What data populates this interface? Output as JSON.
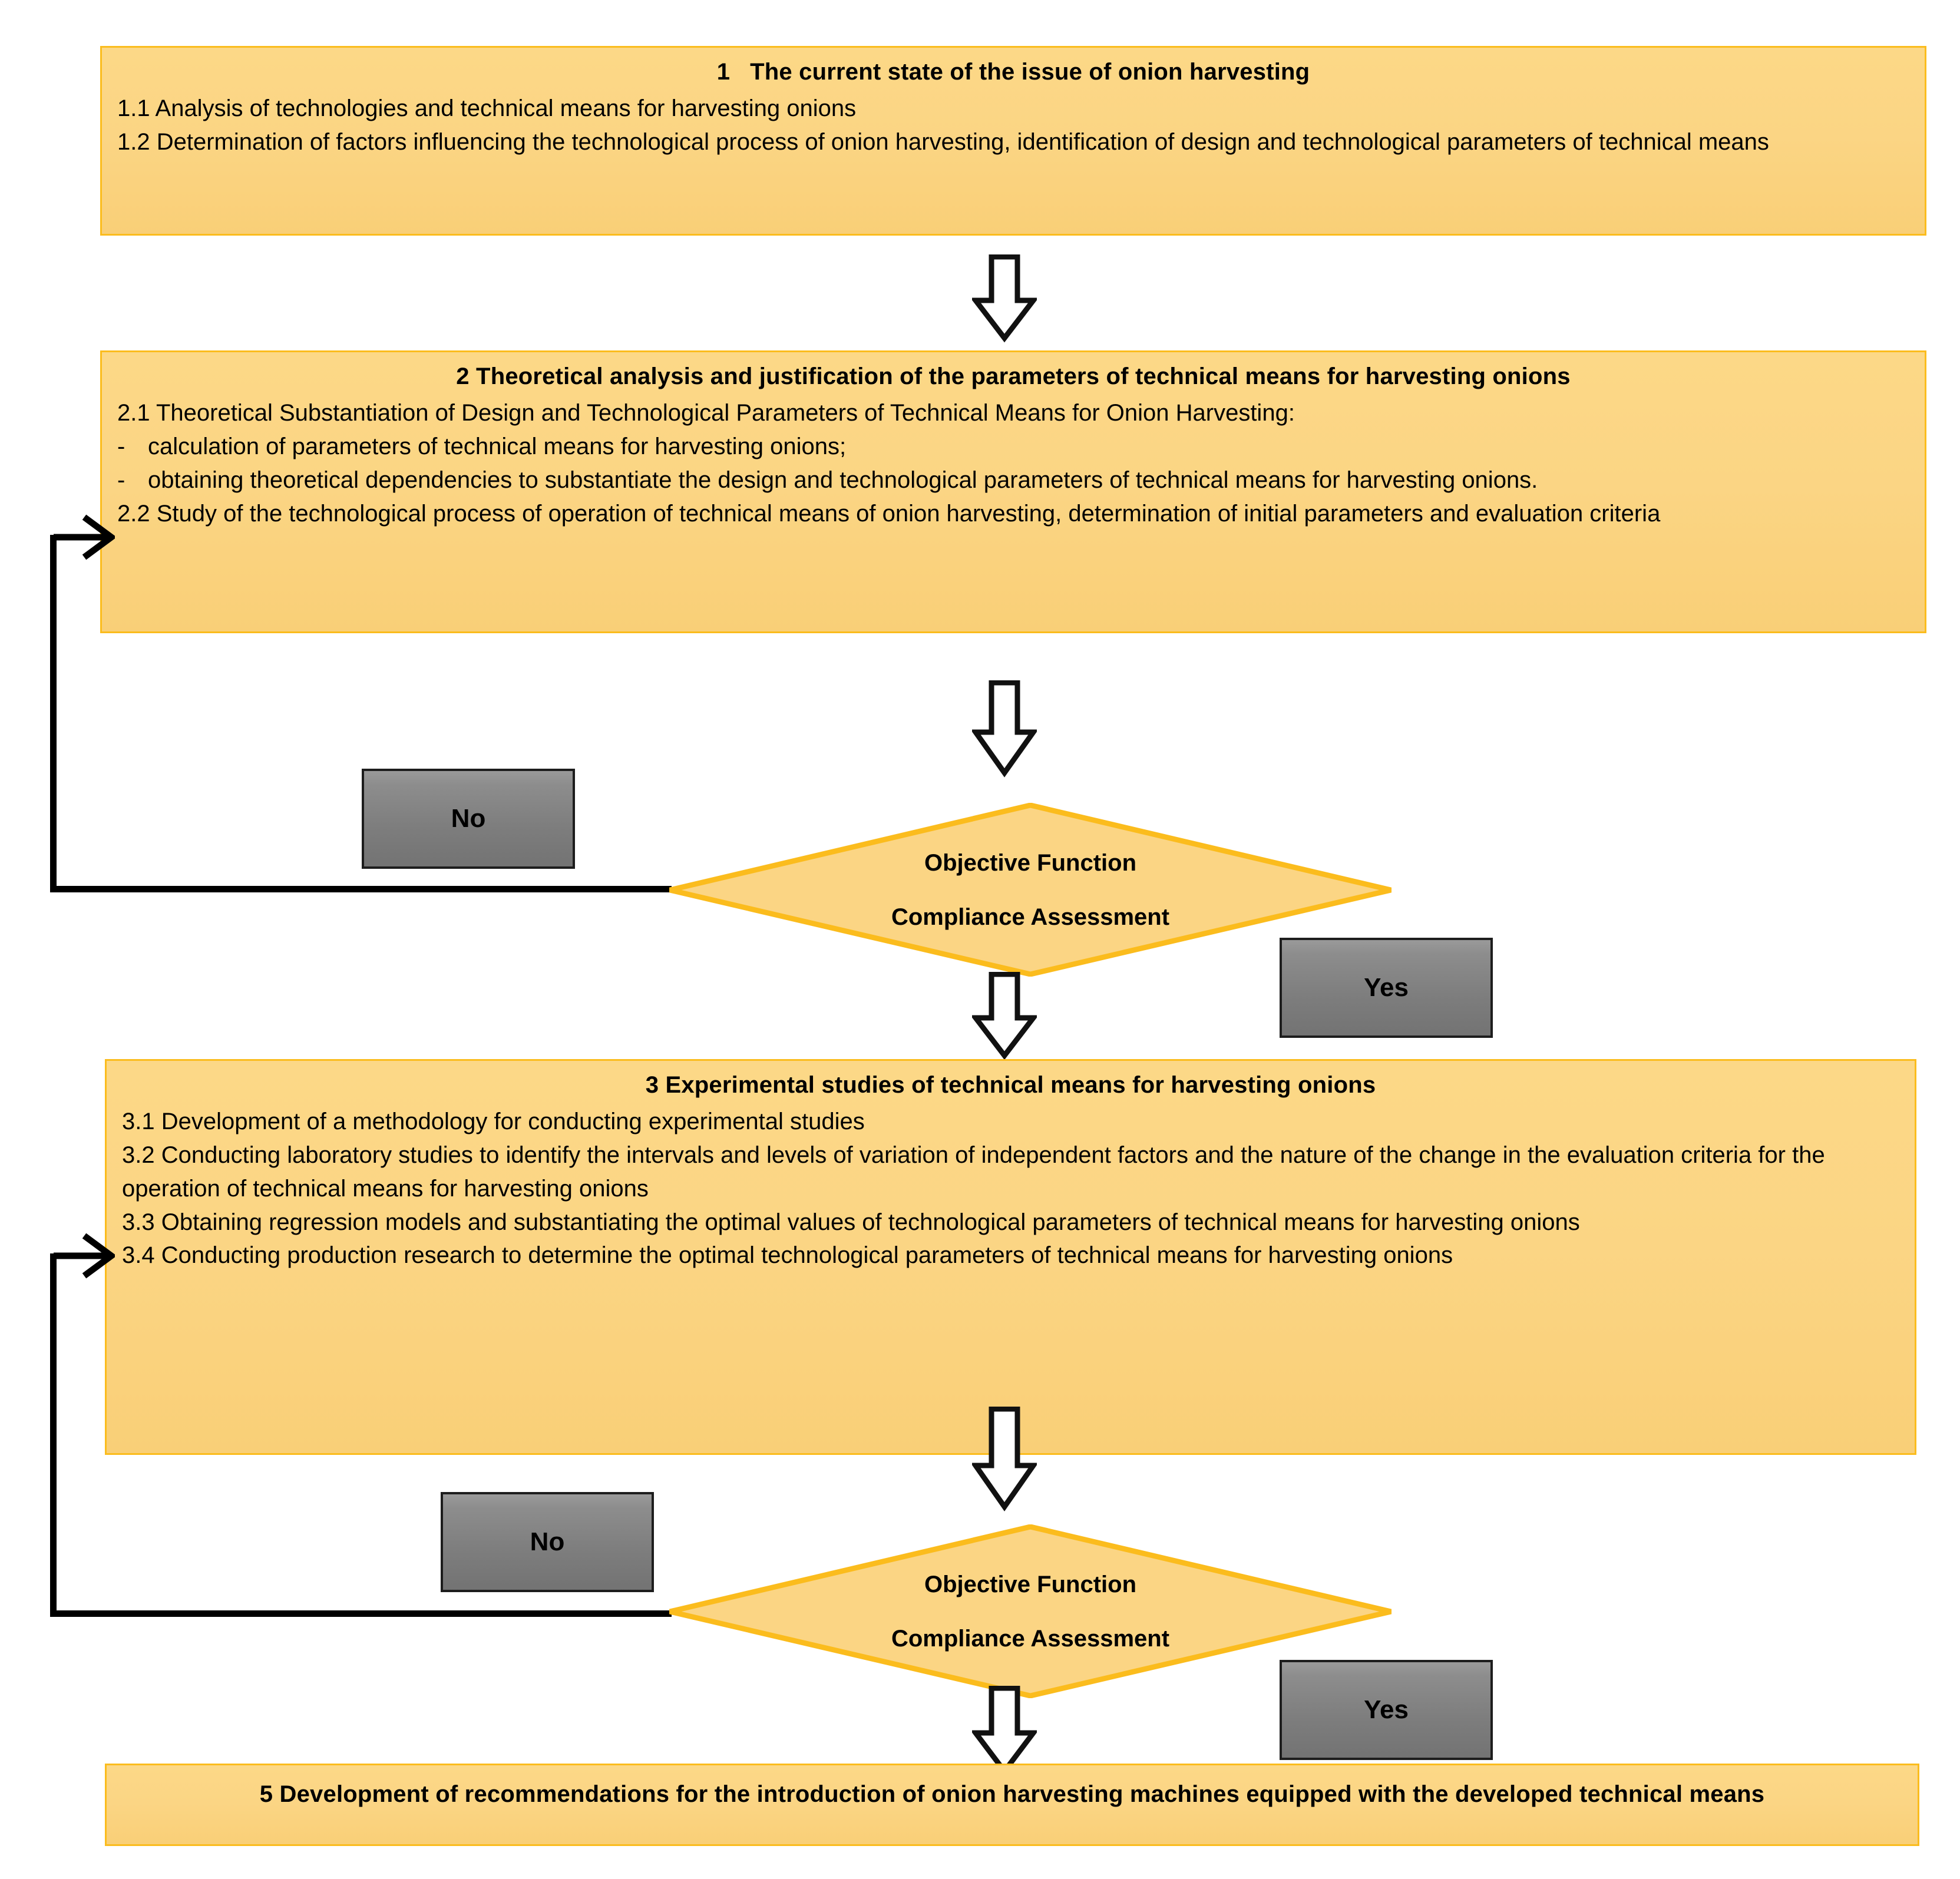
{
  "diagram": {
    "title": "Research flowchart for onion harvesting technical means",
    "accent_box_fill": "#fbd584",
    "accent_box_border": "#fbbc1d",
    "decision_fill": "#fbd584",
    "decision_border": "#fbbc1d",
    "gray_box_fill": "#808080",
    "connector_color": "#000000"
  },
  "stage1": {
    "title_number": "1",
    "title_text": "The current state of the issue of onion harvesting",
    "lines": [
      "1.1 Analysis of technologies and technical means for harvesting onions",
      "1.2 Determination of factors influencing the technological process of onion harvesting, identification of design and technological parameters of technical means"
    ]
  },
  "stage2": {
    "title": "2 Theoretical analysis and justification of the parameters of technical means for harvesting onions",
    "line_21": "2.1 Theoretical Substantiation of Design and Technological Parameters of Technical Means for Onion Harvesting:",
    "bullets": [
      "calculation of parameters of technical means for harvesting onions;",
      "obtaining theoretical dependencies to substantiate the design and technological parameters of technical means for harvesting onions."
    ],
    "bullet_marker": "-",
    "line_22": "2.2 Study of the technological process of operation of technical means of onion harvesting, determination of initial parameters and evaluation criteria"
  },
  "decision1": {
    "line1": "Objective Function",
    "line2": "Compliance Assessment",
    "no_label": "No",
    "yes_label": "Yes"
  },
  "stage3": {
    "title": "3 Experimental studies of technical means for harvesting onions",
    "lines": [
      "3.1 Development of a methodology for conducting experimental studies",
      "3.2 Conducting laboratory studies to identify the intervals and levels of variation of independent factors and the nature of the change in the evaluation criteria for the operation of technical means for harvesting onions",
      "3.3 Obtaining regression models and substantiating the optimal values of technological parameters of technical means for harvesting onions",
      "3.4 Conducting production research to determine the optimal technological parameters of technical means for harvesting onions"
    ]
  },
  "decision2": {
    "line1": "Objective Function",
    "line2": "Compliance Assessment",
    "no_label": "No",
    "yes_label": "Yes"
  },
  "stage5": {
    "title": "5 Development of recommendations for the introduction of onion harvesting machines equipped with the developed technical means"
  }
}
